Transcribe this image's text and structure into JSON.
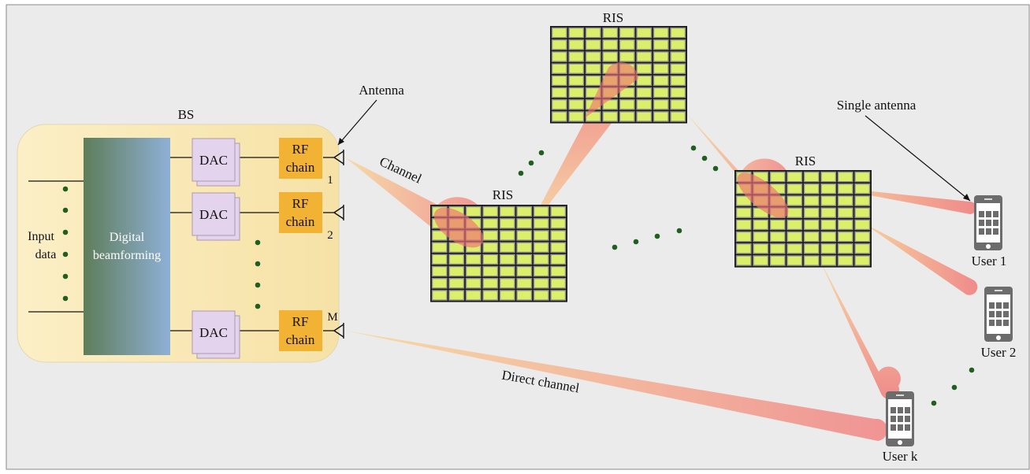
{
  "bs": {
    "title": "BS",
    "input_label_1": "Input",
    "input_label_2": "data",
    "beamforming_1": "Digital",
    "beamforming_2": "beamforming",
    "dac": "DAC",
    "rf_1": "RF",
    "rf_2": "chain",
    "antenna_index_1": "1",
    "antenna_index_2": "2",
    "antenna_index_m": "M"
  },
  "labels": {
    "antenna": "Antenna",
    "single_antenna": "Single antenna",
    "channel": "Channel",
    "direct_channel": "Direct channel",
    "ris": "RIS"
  },
  "users": {
    "user_1": "User 1",
    "user_2": "User 2",
    "user_k": "User k"
  },
  "colors": {
    "background": "#ebebeb",
    "bs_box": "#fbeec0",
    "rf_chain": "#f2b233",
    "dac": "#e3d3ec",
    "ris_cell": "#dcef6a",
    "dot": "#1f5f1f",
    "beam": "#ef7f7f"
  }
}
